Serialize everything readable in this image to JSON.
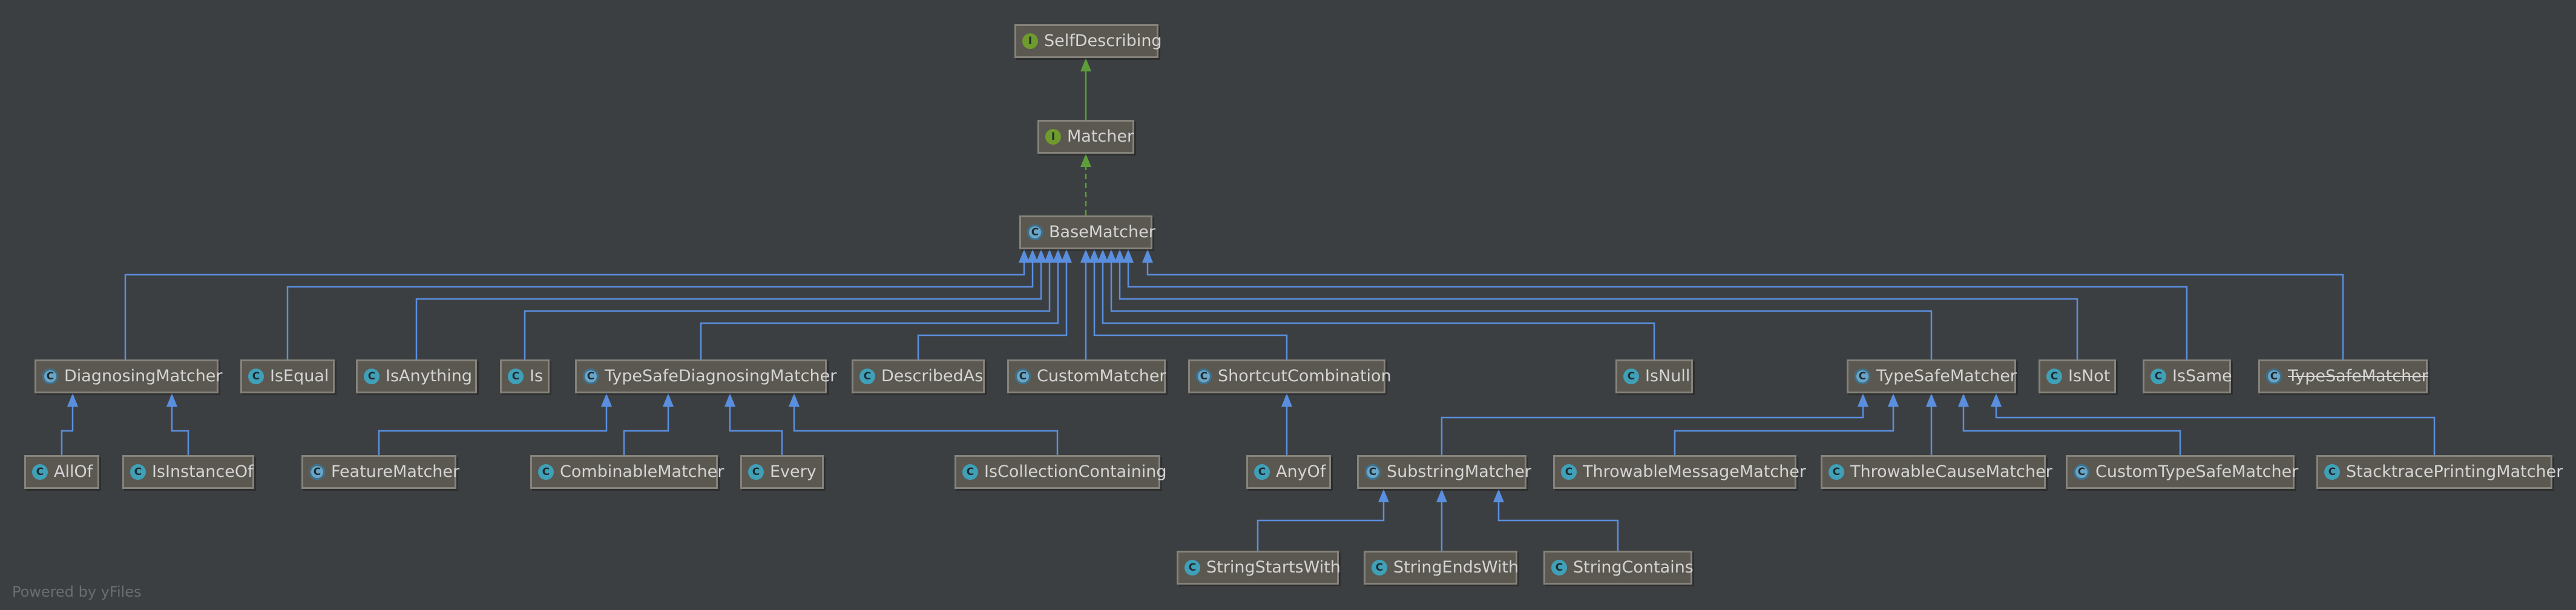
{
  "footer": "Powered by yFiles",
  "colors": {
    "background": "#3c3f41",
    "node_fill": "#5a5850",
    "node_border": "#85837a",
    "edge_extends": "#5a8fe0",
    "edge_implements": "#5d9e3a"
  },
  "nodes": [
    {
      "id": "SelfDescribing",
      "label": "SelfDescribing",
      "kind": "interface"
    },
    {
      "id": "Matcher",
      "label": "Matcher",
      "kind": "interface"
    },
    {
      "id": "BaseMatcher",
      "label": "BaseMatcher",
      "kind": "abstract"
    },
    {
      "id": "DiagnosingMatcher",
      "label": "DiagnosingMatcher",
      "kind": "abstract"
    },
    {
      "id": "IsEqual",
      "label": "IsEqual",
      "kind": "class"
    },
    {
      "id": "IsAnything",
      "label": "IsAnything",
      "kind": "class"
    },
    {
      "id": "Is",
      "label": "Is",
      "kind": "class"
    },
    {
      "id": "TypeSafeDiagnosingMatcher",
      "label": "TypeSafeDiagnosingMatcher",
      "kind": "abstract"
    },
    {
      "id": "DescribedAs",
      "label": "DescribedAs",
      "kind": "class"
    },
    {
      "id": "CustomMatcher",
      "label": "CustomMatcher",
      "kind": "abstract"
    },
    {
      "id": "ShortcutCombination",
      "label": "ShortcutCombination",
      "kind": "abstract"
    },
    {
      "id": "IsNull",
      "label": "IsNull",
      "kind": "class"
    },
    {
      "id": "TypeSafeMatcher",
      "label": "TypeSafeMatcher",
      "kind": "abstract"
    },
    {
      "id": "IsNot",
      "label": "IsNot",
      "kind": "class"
    },
    {
      "id": "IsSame",
      "label": "IsSame",
      "kind": "class"
    },
    {
      "id": "TypeSafeMatcherDep",
      "label": "TypeSafeMatcher",
      "kind": "abstract",
      "deprecated": true
    },
    {
      "id": "AllOf",
      "label": "AllOf",
      "kind": "class"
    },
    {
      "id": "IsInstanceOf",
      "label": "IsInstanceOf",
      "kind": "class"
    },
    {
      "id": "FeatureMatcher",
      "label": "FeatureMatcher",
      "kind": "abstract"
    },
    {
      "id": "CombinableMatcher",
      "label": "CombinableMatcher",
      "kind": "class"
    },
    {
      "id": "Every",
      "label": "Every",
      "kind": "class"
    },
    {
      "id": "IsCollectionContaining",
      "label": "IsCollectionContaining",
      "kind": "class"
    },
    {
      "id": "AnyOf",
      "label": "AnyOf",
      "kind": "class"
    },
    {
      "id": "SubstringMatcher",
      "label": "SubstringMatcher",
      "kind": "abstract"
    },
    {
      "id": "ThrowableMessageMatcher",
      "label": "ThrowableMessageMatcher",
      "kind": "class"
    },
    {
      "id": "ThrowableCauseMatcher",
      "label": "ThrowableCauseMatcher",
      "kind": "class"
    },
    {
      "id": "CustomTypeSafeMatcher",
      "label": "CustomTypeSafeMatcher",
      "kind": "abstract"
    },
    {
      "id": "StacktracePrintingMatcher",
      "label": "StacktracePrintingMatcher",
      "kind": "class"
    },
    {
      "id": "StringStartsWith",
      "label": "StringStartsWith",
      "kind": "class"
    },
    {
      "id": "StringEndsWith",
      "label": "StringEndsWith",
      "kind": "class"
    },
    {
      "id": "StringContains",
      "label": "StringContains",
      "kind": "class"
    }
  ],
  "edges": [
    {
      "from": "Matcher",
      "to": "SelfDescribing",
      "type": "extends-interface"
    },
    {
      "from": "BaseMatcher",
      "to": "Matcher",
      "type": "implements"
    },
    {
      "from": "DiagnosingMatcher",
      "to": "BaseMatcher",
      "type": "extends"
    },
    {
      "from": "IsEqual",
      "to": "BaseMatcher",
      "type": "extends"
    },
    {
      "from": "IsAnything",
      "to": "BaseMatcher",
      "type": "extends"
    },
    {
      "from": "Is",
      "to": "BaseMatcher",
      "type": "extends"
    },
    {
      "from": "TypeSafeDiagnosingMatcher",
      "to": "BaseMatcher",
      "type": "extends"
    },
    {
      "from": "DescribedAs",
      "to": "BaseMatcher",
      "type": "extends"
    },
    {
      "from": "CustomMatcher",
      "to": "BaseMatcher",
      "type": "extends"
    },
    {
      "from": "ShortcutCombination",
      "to": "BaseMatcher",
      "type": "extends"
    },
    {
      "from": "IsNull",
      "to": "BaseMatcher",
      "type": "extends"
    },
    {
      "from": "TypeSafeMatcher",
      "to": "BaseMatcher",
      "type": "extends"
    },
    {
      "from": "IsNot",
      "to": "BaseMatcher",
      "type": "extends"
    },
    {
      "from": "IsSame",
      "to": "BaseMatcher",
      "type": "extends"
    },
    {
      "from": "TypeSafeMatcherDep",
      "to": "BaseMatcher",
      "type": "extends"
    },
    {
      "from": "AllOf",
      "to": "DiagnosingMatcher",
      "type": "extends"
    },
    {
      "from": "IsInstanceOf",
      "to": "DiagnosingMatcher",
      "type": "extends"
    },
    {
      "from": "FeatureMatcher",
      "to": "TypeSafeDiagnosingMatcher",
      "type": "extends"
    },
    {
      "from": "CombinableMatcher",
      "to": "TypeSafeDiagnosingMatcher",
      "type": "extends"
    },
    {
      "from": "Every",
      "to": "TypeSafeDiagnosingMatcher",
      "type": "extends"
    },
    {
      "from": "IsCollectionContaining",
      "to": "TypeSafeDiagnosingMatcher",
      "type": "extends"
    },
    {
      "from": "AnyOf",
      "to": "ShortcutCombination",
      "type": "extends"
    },
    {
      "from": "SubstringMatcher",
      "to": "TypeSafeMatcher",
      "type": "extends"
    },
    {
      "from": "ThrowableMessageMatcher",
      "to": "TypeSafeMatcher",
      "type": "extends"
    },
    {
      "from": "ThrowableCauseMatcher",
      "to": "TypeSafeMatcher",
      "type": "extends"
    },
    {
      "from": "CustomTypeSafeMatcher",
      "to": "TypeSafeMatcher",
      "type": "extends"
    },
    {
      "from": "StacktracePrintingMatcher",
      "to": "TypeSafeMatcher",
      "type": "extends"
    },
    {
      "from": "StringStartsWith",
      "to": "SubstringMatcher",
      "type": "extends"
    },
    {
      "from": "StringEndsWith",
      "to": "SubstringMatcher",
      "type": "extends"
    },
    {
      "from": "StringContains",
      "to": "SubstringMatcher",
      "type": "extends"
    }
  ]
}
